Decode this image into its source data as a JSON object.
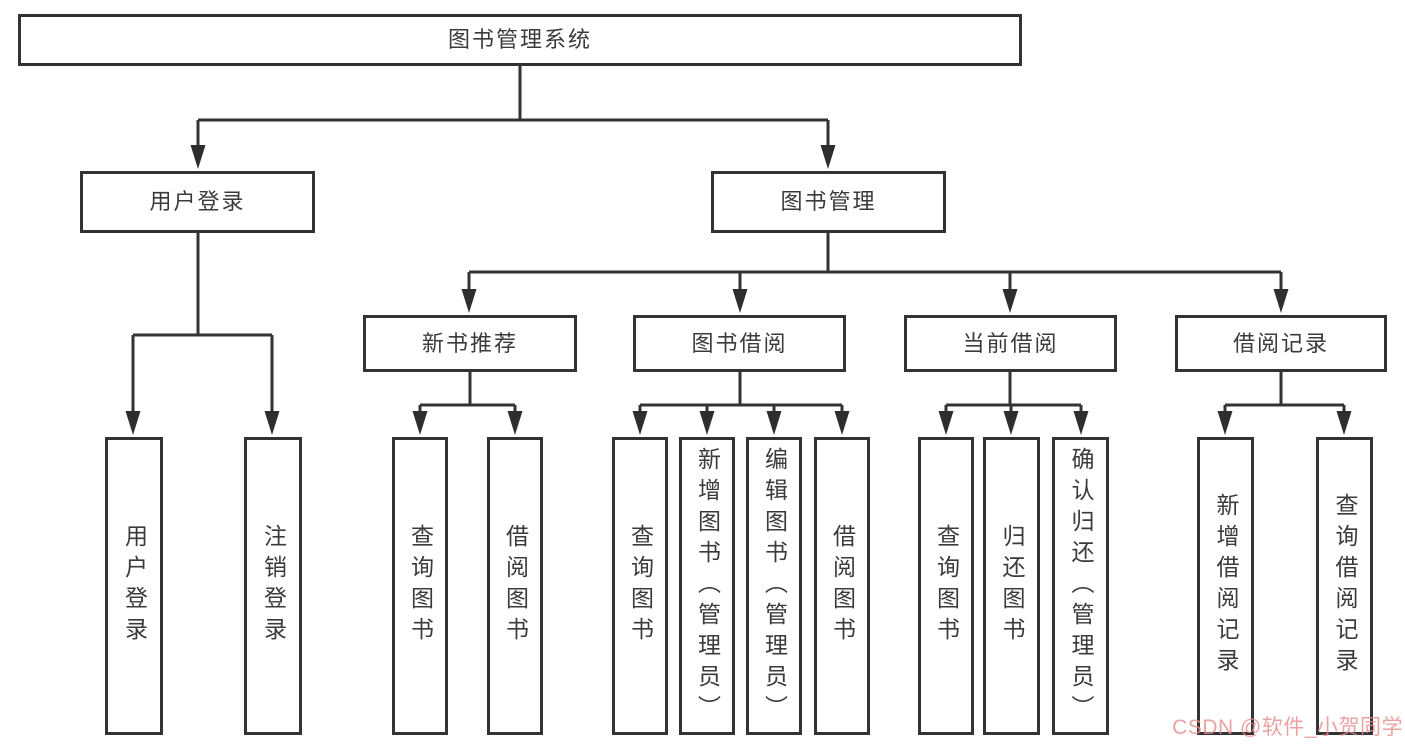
{
  "diagram": {
    "type": "hierarchy-tree",
    "colors": {
      "line": "#333333",
      "box_border": "#333333",
      "text": "#3b3b3b",
      "background": "#ffffff",
      "watermark": "#e88c8c"
    },
    "tree": {
      "label": "图书管理系统",
      "children": [
        {
          "label": "用户登录",
          "children": [
            {
              "label": "用户登录"
            },
            {
              "label": "注销登录"
            }
          ]
        },
        {
          "label": "图书管理",
          "children": [
            {
              "label": "新书推荐",
              "children": [
                {
                  "label": "查询图书"
                },
                {
                  "label": "借阅图书"
                }
              ]
            },
            {
              "label": "图书借阅",
              "children": [
                {
                  "label": "查询图书"
                },
                {
                  "label": "新增图书（管理员）"
                },
                {
                  "label": "编辑图书（管理员）"
                },
                {
                  "label": "借阅图书"
                }
              ]
            },
            {
              "label": "当前借阅",
              "children": [
                {
                  "label": "查询图书"
                },
                {
                  "label": "归还图书"
                },
                {
                  "label": "确认归还（管理员）"
                }
              ]
            },
            {
              "label": "借阅记录",
              "children": [
                {
                  "label": "新增借阅记录"
                },
                {
                  "label": "查询借阅记录"
                }
              ]
            }
          ]
        }
      ]
    },
    "watermark": "CSDN @软件_小贺同学"
  }
}
